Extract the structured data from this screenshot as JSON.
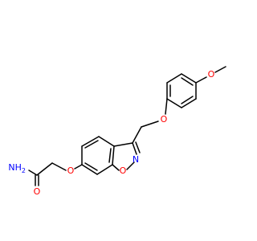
{
  "colors": {
    "carbon_bond": "#000000",
    "oxygen": "#ff0000",
    "nitrogen": "#0000ff",
    "background": "#ffffff"
  },
  "atoms": {
    "ome_o": "O",
    "ether_o": "O",
    "ring_n": "N",
    "ring_o": "O",
    "aryl_o": "O",
    "carbonyl_o": "O",
    "amide_n": "NH",
    "amide_h2_sub": "2"
  }
}
